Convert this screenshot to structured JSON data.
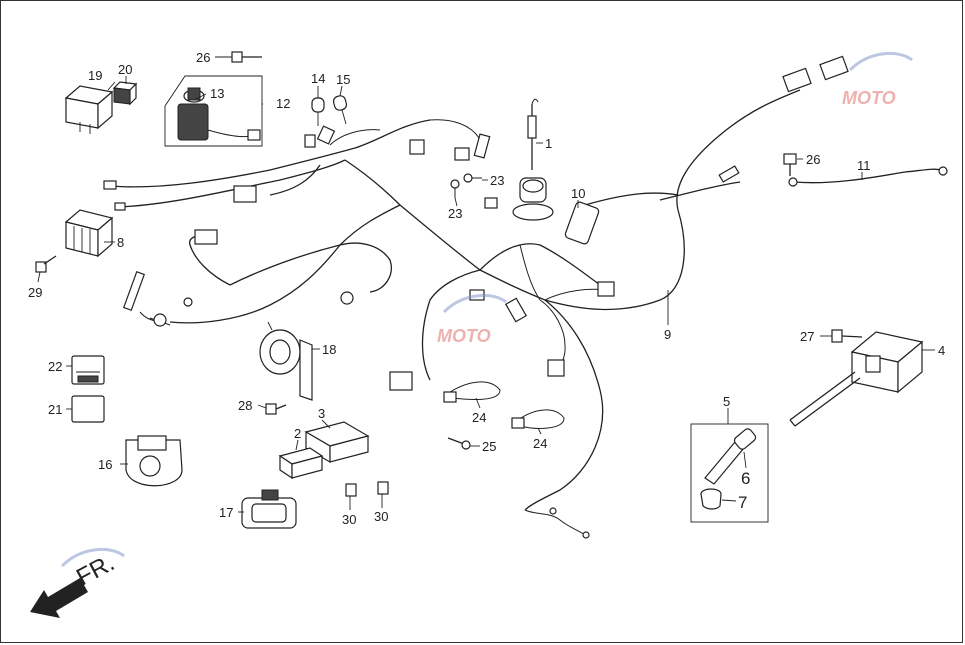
{
  "diagram": {
    "callouts": [
      {
        "id": "c26a",
        "text": "26"
      },
      {
        "id": "c19",
        "text": "19"
      },
      {
        "id": "c20",
        "text": "20"
      },
      {
        "id": "c13",
        "text": "13"
      },
      {
        "id": "c12",
        "text": "12"
      },
      {
        "id": "c14",
        "text": "14"
      },
      {
        "id": "c15",
        "text": "15"
      },
      {
        "id": "c1",
        "text": "1"
      },
      {
        "id": "c26b",
        "text": "26"
      },
      {
        "id": "c11",
        "text": "11"
      },
      {
        "id": "c23a",
        "text": "23"
      },
      {
        "id": "c23b",
        "text": "23"
      },
      {
        "id": "c10",
        "text": "10"
      },
      {
        "id": "c8",
        "text": "8"
      },
      {
        "id": "c29",
        "text": "29"
      },
      {
        "id": "c9",
        "text": "9"
      },
      {
        "id": "c27",
        "text": "27"
      },
      {
        "id": "c4",
        "text": "4"
      },
      {
        "id": "c18",
        "text": "18"
      },
      {
        "id": "c22",
        "text": "22"
      },
      {
        "id": "c21",
        "text": "21"
      },
      {
        "id": "c28",
        "text": "28"
      },
      {
        "id": "c3",
        "text": "3"
      },
      {
        "id": "c2",
        "text": "2"
      },
      {
        "id": "c24a",
        "text": "24"
      },
      {
        "id": "c24b",
        "text": "24"
      },
      {
        "id": "c25",
        "text": "25"
      },
      {
        "id": "c5",
        "text": "5"
      },
      {
        "id": "c6",
        "text": "6"
      },
      {
        "id": "c7",
        "text": "7"
      },
      {
        "id": "c16",
        "text": "16"
      },
      {
        "id": "c17",
        "text": "17"
      },
      {
        "id": "c30a",
        "text": "30"
      },
      {
        "id": "c30b",
        "text": "30"
      }
    ],
    "direction_label": "FR.",
    "watermark": "MOTO",
    "watermark_color": "#d9534f"
  }
}
